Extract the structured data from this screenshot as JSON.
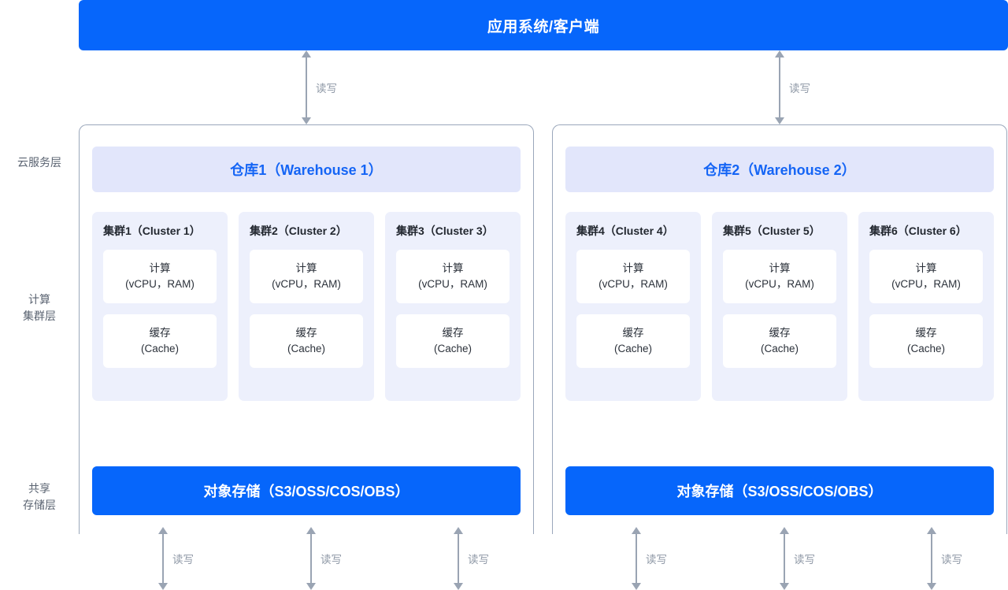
{
  "app_bar": {
    "title": "应用系统/客户端"
  },
  "layers": [
    {
      "name": "cloud-service-layer",
      "lines": [
        "云服务层"
      ]
    },
    {
      "name": "compute-cluster-layer",
      "lines": [
        "计算",
        "集群层"
      ]
    },
    {
      "name": "shared-storage-layer",
      "lines": [
        "共享",
        "存储层"
      ]
    }
  ],
  "arrow_label": "读写",
  "colors": {
    "primary_blue": "#0666FB",
    "header_band": "#E2E6FB",
    "cluster_bg": "#EDF0FC",
    "arrow_gray": "#9aa4b3",
    "container_border": "#9aa7bb",
    "warehouse_title": "#1565F5"
  },
  "warehouses": [
    {
      "id": "warehouse-1",
      "title": "仓库1（Warehouse 1）",
      "storage": "对象存储（S3/OSS/COS/OBS）",
      "clusters": [
        {
          "title": "集群1（Cluster 1）",
          "compute": {
            "line1": "计算",
            "line2": "(vCPU，RAM)"
          },
          "cache": {
            "line1": "缓存",
            "line2": "(Cache)"
          }
        },
        {
          "title": "集群2（Cluster 2）",
          "compute": {
            "line1": "计算",
            "line2": "(vCPU，RAM)"
          },
          "cache": {
            "line1": "缓存",
            "line2": "(Cache)"
          }
        },
        {
          "title": "集群3（Cluster 3）",
          "compute": {
            "line1": "计算",
            "line2": "(vCPU，RAM)"
          },
          "cache": {
            "line1": "缓存",
            "line2": "(Cache)"
          }
        }
      ]
    },
    {
      "id": "warehouse-2",
      "title": "仓库2（Warehouse 2）",
      "storage": "对象存储（S3/OSS/COS/OBS）",
      "clusters": [
        {
          "title": "集群4（Cluster 4）",
          "compute": {
            "line1": "计算",
            "line2": "(vCPU，RAM)"
          },
          "cache": {
            "line1": "缓存",
            "line2": "(Cache)"
          }
        },
        {
          "title": "集群5（Cluster 5）",
          "compute": {
            "line1": "计算",
            "line2": "(vCPU，RAM)"
          },
          "cache": {
            "line1": "缓存",
            "line2": "(Cache)"
          }
        },
        {
          "title": "集群6（Cluster 6）",
          "compute": {
            "line1": "计算",
            "line2": "(vCPU，RAM)"
          },
          "cache": {
            "line1": "缓存",
            "line2": "(Cache)"
          }
        }
      ]
    }
  ]
}
